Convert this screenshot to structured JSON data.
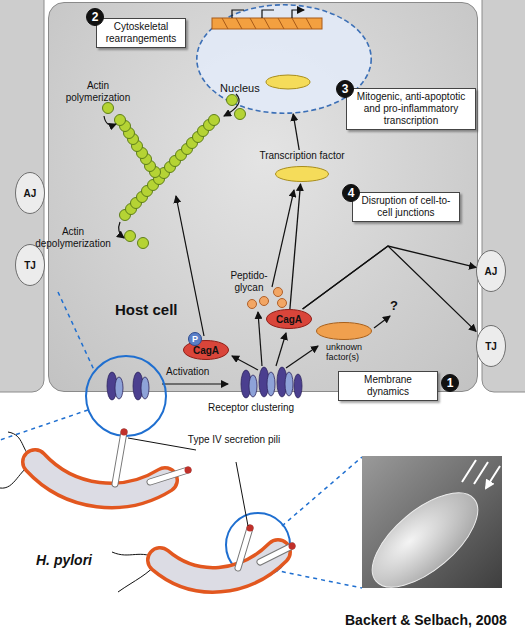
{
  "diagram": {
    "nodes": [
      {
        "text": [
          "Host cell"
        ]
      },
      {
        "text": [
          "Nucleus"
        ],
        "in": 0
      },
      {
        "text": [
          "2"
        ],
        "in": 0
      },
      {
        "text": [
          "Cytoskeletal rearrangements"
        ],
        "in": 0
      },
      {
        "text": [
          "3"
        ],
        "in": 0
      },
      {
        "text": [
          "Mitogenic, anti-apoptotic and pro-inflammatory transcription"
        ],
        "in": 0
      },
      {
        "text": [
          "Transcription factor"
        ],
        "in": 0
      },
      {
        "text": [
          "4"
        ],
        "in": 0
      },
      {
        "text": [
          "Disruption of cell-to-cell junctions"
        ],
        "in": 0
      },
      {
        "text": [
          "P"
        ],
        "in": 0
      },
      {
        "text": [
          "CagA"
        ],
        "in": 0
      },
      {
        "text": [
          "CagA"
        ],
        "in": 0
      },
      {
        "text": [
          "unknown factor(s)"
        ],
        "in": 0
      },
      {
        "text": [
          "Membrane dynamics"
        ]
      },
      {
        "text": [
          "1"
        ]
      },
      {
        "text": [
          "AJ"
        ]
      },
      {
        "text": [
          "TJ"
        ]
      },
      {
        "text": [
          "AJ"
        ]
      },
      {
        "text": [
          "TJ"
        ]
      }
    ],
    "edges": [
      {
        "from": 6,
        "to": 1,
        "arrow": "to"
      },
      {
        "from": 11,
        "to": 6,
        "arrow": "to"
      },
      {
        "from": 11,
        "to": 17,
        "arrow": "to"
      },
      {
        "from": 11,
        "to": 18,
        "arrow": "to"
      }
    ],
    "labels": [
      "Actin polymerization",
      "Actin depolymerization",
      "Peptido- glycan",
      "?",
      "Activation",
      "Receptor clustering",
      "Type IV secretion pili",
      "H. pylori",
      "Backert & Selbach, 2008"
    ]
  }
}
